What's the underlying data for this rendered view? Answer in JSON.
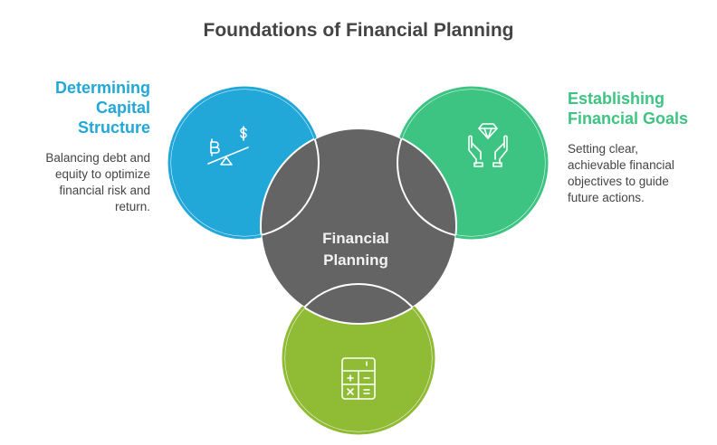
{
  "title": "Foundations of Financial Planning",
  "center": {
    "label_line1": "Financial",
    "label_line2": "Planning",
    "color": "#646464"
  },
  "left_item": {
    "heading_line1": "Determining",
    "heading_line2": "Capital",
    "heading_line3": "Structure",
    "description_line1": "Balancing debt and",
    "description_line2": "equity to optimize",
    "description_line3": "financial risk and",
    "description_line4": "return.",
    "color": "#21a7d8",
    "icon": "seesaw-bitcoin-dollar-icon"
  },
  "right_item": {
    "heading_line1": "Establishing",
    "heading_line2": "Financial Goals",
    "description_line1": "Setting clear,",
    "description_line2": "achievable financial",
    "description_line3": "objectives to guide",
    "description_line4": "future actions.",
    "color": "#3ec482",
    "icon": "hands-diamond-icon"
  },
  "bottom_item": {
    "color": "#8fbb35",
    "icon": "calculator-icon"
  }
}
